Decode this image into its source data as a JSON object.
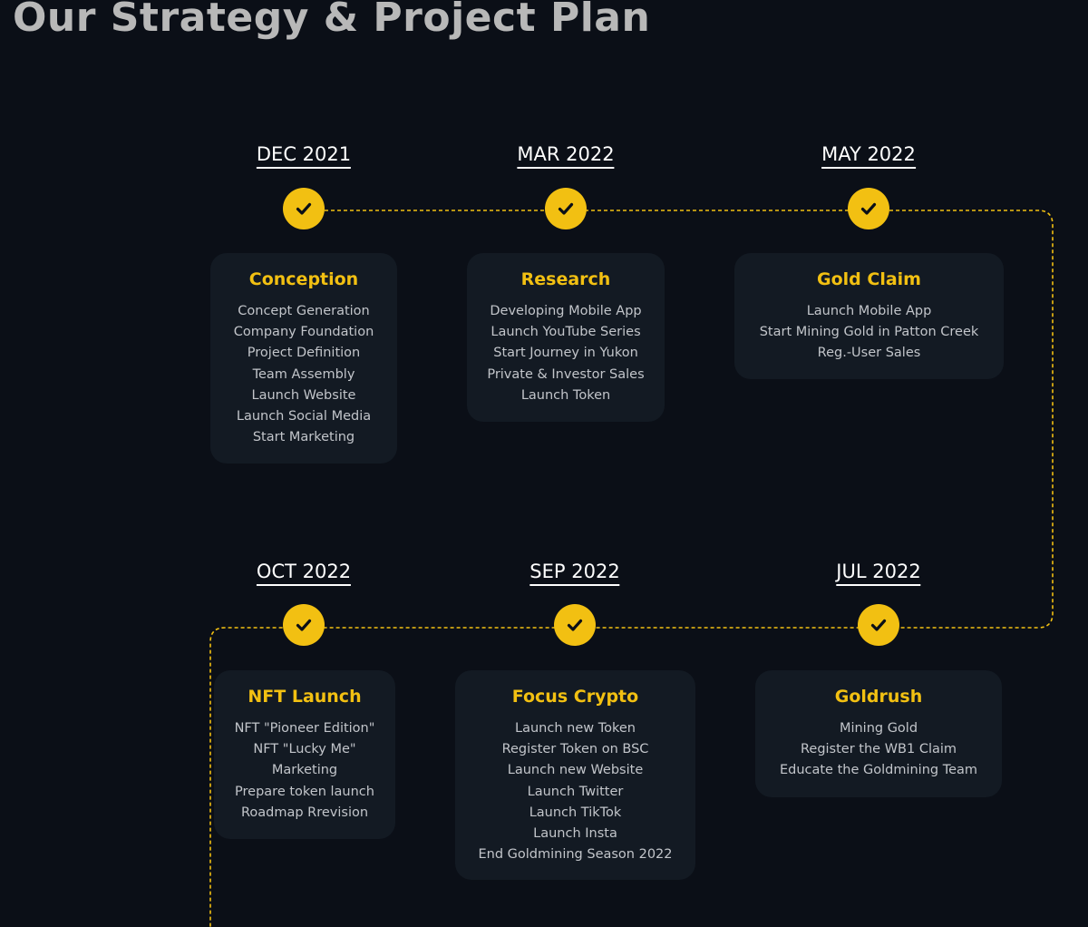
{
  "page": {
    "title": "Our Strategy & Project Plan"
  },
  "colors": {
    "background": "#0b0f17",
    "accent": "#f2c012",
    "card": "#131a23",
    "title": "#b8b8b8",
    "text": "#c2c5ca"
  },
  "icons": {
    "milestone": "check-icon"
  },
  "milestones": [
    {
      "date": "DEC 2021",
      "title": "Conception",
      "items": [
        "Concept Generation",
        "Company Foundation",
        "Project Definition",
        "Team Assembly",
        "Launch Website",
        "Launch Social Media",
        "Start Marketing"
      ]
    },
    {
      "date": "MAR 2022",
      "title": "Research",
      "items": [
        "Developing Mobile App",
        "Launch YouTube Series",
        "Start Journey in Yukon",
        "Private & Investor Sales",
        "Launch Token"
      ]
    },
    {
      "date": "MAY 2022",
      "title": "Gold Claim",
      "items": [
        "Launch Mobile App",
        "Start Mining Gold in Patton Creek",
        "Reg.-User Sales"
      ]
    },
    {
      "date": "JUL 2022",
      "title": "Goldrush",
      "items": [
        "Mining Gold",
        "Register the WB1 Claim",
        "Educate the Goldmining Team"
      ]
    },
    {
      "date": "SEP 2022",
      "title": "Focus Crypto",
      "items": [
        "Launch new Token",
        "Register Token on BSC",
        "Launch new Website",
        "Launch Twitter",
        "Launch TikTok",
        "Launch Insta",
        "End Goldmining Season 2022"
      ]
    },
    {
      "date": "OCT 2022",
      "title": "NFT Launch",
      "items": [
        "NFT \"Pioneer Edition\"",
        "NFT \"Lucky Me\"",
        "Marketing",
        "Prepare token launch",
        "Roadmap Rrevision"
      ]
    }
  ]
}
